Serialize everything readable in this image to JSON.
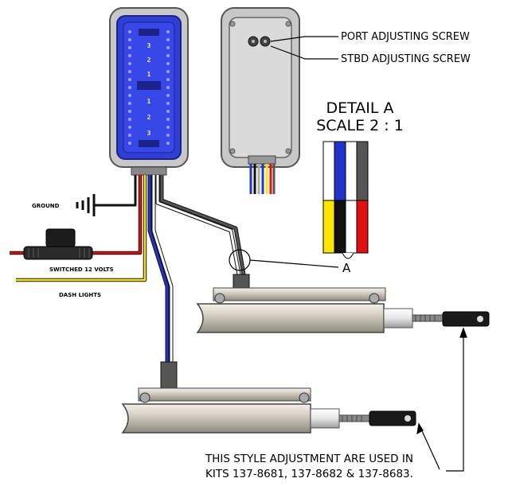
{
  "labels": {
    "ground": "GROUND",
    "switched_power": "SWITCHED 12 VOLTS",
    "dash_lights": "DASH LIGHTS",
    "port_screw": "PORT ADJUSTING SCREW",
    "stbd_screw": "STBD ADJUSTING SCREW",
    "detail_title": "DETAIL A",
    "detail_scale": "SCALE 2 : 1",
    "detail_marker": "A",
    "kit_note_line1": "THIS STYLE ADJUSTMENT ARE USED IN",
    "kit_note_line2": "KITS 137-8681, 137-8682 & 137-8683."
  },
  "indicator": {
    "bar_labels": [
      "3",
      "2",
      "1",
      "1",
      "2",
      "3"
    ]
  },
  "colors": {
    "panel_blue": "#2f3fd6",
    "wire_blue": "#2233cc",
    "wire_white": "#ffffff",
    "wire_gray": "#555555",
    "wire_yellow": "#ffe600",
    "wire_black": "#111111",
    "wire_red": "#e01010"
  }
}
